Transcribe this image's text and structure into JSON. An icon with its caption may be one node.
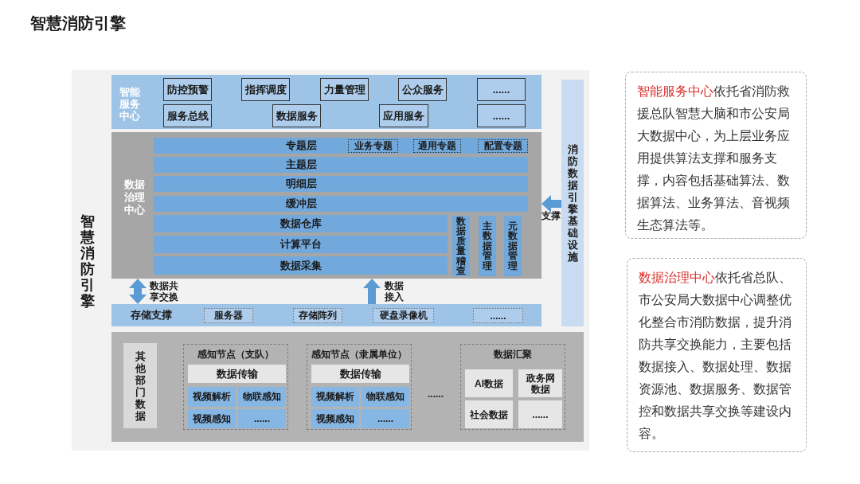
{
  "diagram": {
    "title": "智慧消防引擎",
    "nodes": [
      {
        "text": [
          "智能服务中心"
        ]
      },
      {
        "text": [
          "防控预警"
        ],
        "in": 0
      },
      {
        "text": [
          "指挥调度"
        ],
        "in": 0
      },
      {
        "text": [
          "力量管理"
        ],
        "in": 0
      },
      {
        "text": [
          "公众服务"
        ],
        "in": 0
      },
      {
        "text": [
          "......"
        ],
        "in": 0
      },
      {
        "text": [
          "服务总线"
        ],
        "in": 0
      },
      {
        "text": [
          "数据服务"
        ],
        "in": 0
      },
      {
        "text": [
          "应用服务"
        ],
        "in": 0
      },
      {
        "text": [
          "......"
        ],
        "in": 0
      },
      {
        "text": [
          "数据治理中心"
        ]
      },
      {
        "text": [
          "专题层"
        ],
        "in": 10
      },
      {
        "text": [
          "业务专题"
        ],
        "in": 11
      },
      {
        "text": [
          "通用专题"
        ],
        "in": 11
      },
      {
        "text": [
          "配置专题"
        ],
        "in": 11
      },
      {
        "text": [
          "主题层"
        ],
        "in": 10
      },
      {
        "text": [
          "明细层"
        ],
        "in": 10
      },
      {
        "text": [
          "缓冲层"
        ],
        "in": 10
      },
      {
        "text": [
          "数据仓库"
        ],
        "in": 10
      },
      {
        "text": [
          "计算平台"
        ],
        "in": 10
      },
      {
        "text": [
          "数据采集"
        ],
        "in": 10
      },
      {
        "text": [
          "数据质量稽查"
        ],
        "in": 10
      },
      {
        "text": [
          "主数据管理"
        ],
        "in": 10
      },
      {
        "text": [
          "元数据管理"
        ],
        "in": 10
      },
      {
        "text": [
          "消防数据引擎基础设施"
        ]
      },
      {
        "text": [
          "存储支撑"
        ]
      },
      {
        "text": [
          "服务器"
        ],
        "in": 25
      },
      {
        "text": [
          "存储阵列"
        ],
        "in": 25
      },
      {
        "text": [
          "硬盘录像机"
        ],
        "in": 25
      },
      {
        "text": [
          "......"
        ],
        "in": 25
      },
      {
        "text": [],
        "shape": "box"
      },
      {
        "text": [
          "其他部门数据"
        ],
        "in": 30
      },
      {
        "text": [
          "感知节点（支队）"
        ],
        "in": 30
      },
      {
        "text": [
          "数据传输"
        ],
        "in": 32
      },
      {
        "text": [
          "视频解析"
        ],
        "in": 32
      },
      {
        "text": [
          "物联感知"
        ],
        "in": 32
      },
      {
        "text": [
          "视频感知"
        ],
        "in": 32
      },
      {
        "text": [
          "......"
        ],
        "in": 32
      },
      {
        "text": [
          "感知节点（隶属单位）"
        ],
        "in": 30
      },
      {
        "text": [
          "数据传输"
        ],
        "in": 38
      },
      {
        "text": [
          "视频解析"
        ],
        "in": 38
      },
      {
        "text": [
          "物联感知"
        ],
        "in": 38
      },
      {
        "text": [
          "视频感知"
        ],
        "in": 38
      },
      {
        "text": [
          "......"
        ],
        "in": 38
      },
      {
        "text": [
          "数据汇聚"
        ],
        "in": 30
      },
      {
        "text": [
          "AI数据"
        ],
        "in": 44
      },
      {
        "text": [
          "政务网数据"
        ],
        "in": 44
      },
      {
        "text": [
          "社会数据"
        ],
        "in": 44
      },
      {
        "text": [
          "......"
        ],
        "in": 44
      },
      {
        "text": [
          "智能服务中心",
          "依托省消防救援总队智慧大脑和市公安局大数据中心，为上层业务应用提供算法支撑和服务支撑，内容包括基础算法、数据算法、业务算法、音视频生态算法等。"
        ]
      },
      {
        "text": [
          "数据治理中心",
          "依托省总队、市公安局大数据中心调整优化整合市消防数据，提升消防共享交换能力，主要包括数据接入、数据处理、数据资源池、数据服务、数据管控和数据共享交换等建设内容。"
        ]
      }
    ],
    "edges": [
      {
        "from": 24,
        "to": 10,
        "arrow": "to",
        "label": "支撑"
      },
      {
        "from": 10,
        "to": 25,
        "arrow": "both",
        "label": "数据共享交换"
      },
      {
        "from": 25,
        "to": 10,
        "arrow": "to",
        "label": "数据接入"
      }
    ],
    "labels": [
      "智慧消防引擎",
      "......"
    ]
  }
}
